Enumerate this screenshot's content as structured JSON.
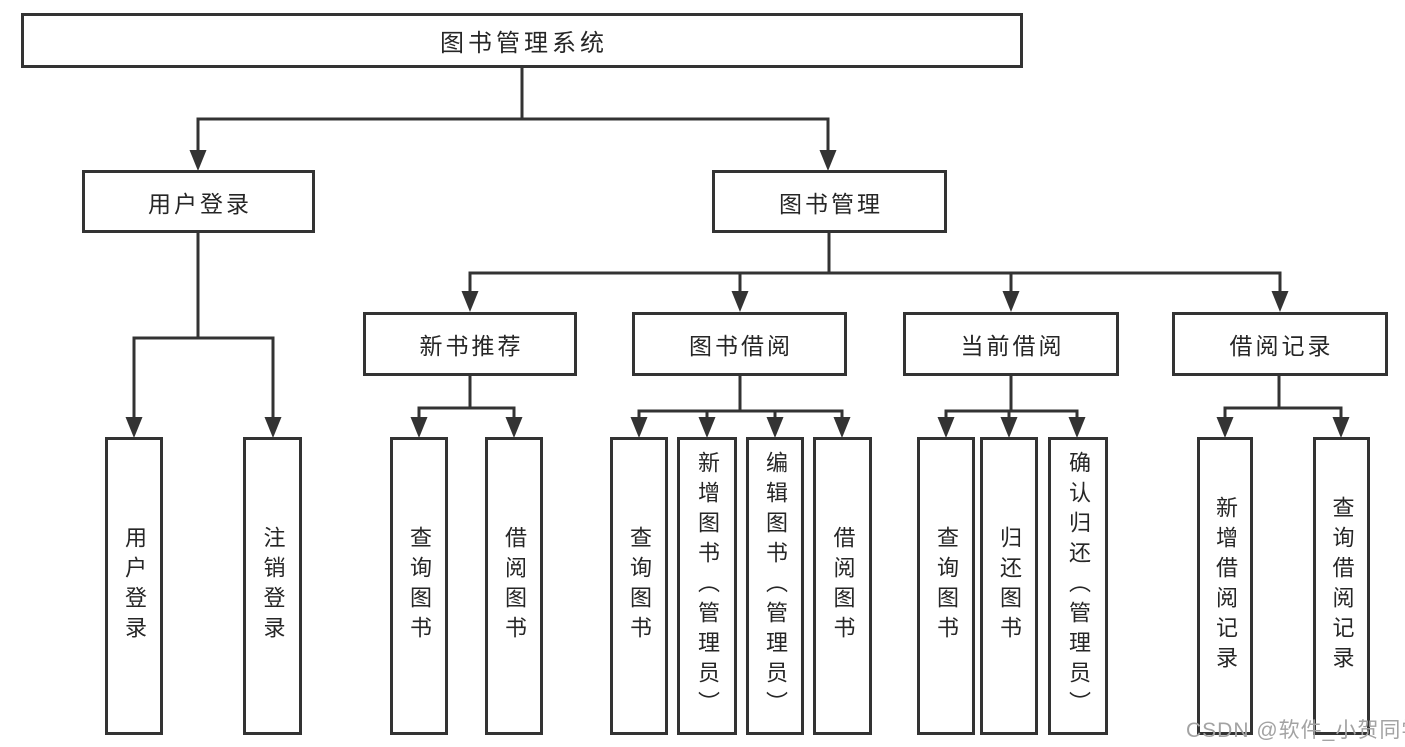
{
  "tree": {
    "label": "图书管理系统",
    "children": [
      {
        "label": "用户登录",
        "children": [
          {
            "label": "用户登录"
          },
          {
            "label": "注销登录"
          }
        ]
      },
      {
        "label": "图书管理",
        "children": [
          {
            "label": "新书推荐",
            "children": [
              {
                "label": "查询图书"
              },
              {
                "label": "借阅图书"
              }
            ]
          },
          {
            "label": "图书借阅",
            "children": [
              {
                "label": "查询图书"
              },
              {
                "label": "新增图书（管理员）"
              },
              {
                "label": "编辑图书（管理员）"
              },
              {
                "label": "借阅图书"
              }
            ]
          },
          {
            "label": "当前借阅",
            "children": [
              {
                "label": "查询图书"
              },
              {
                "label": "归还图书"
              },
              {
                "label": "确认归还（管理员）"
              }
            ]
          },
          {
            "label": "借阅记录",
            "children": [
              {
                "label": "新增借阅记录"
              },
              {
                "label": "查询借阅记录"
              }
            ]
          }
        ]
      }
    ]
  },
  "watermark": {
    "text": "CSDN @软件_小贺同学"
  },
  "colors": {
    "line": "#333333",
    "box_border": "#333333",
    "box_fill": "#ffffff",
    "text": "#262626",
    "watermark": "#a3a3a3",
    "background": "#ffffff"
  }
}
